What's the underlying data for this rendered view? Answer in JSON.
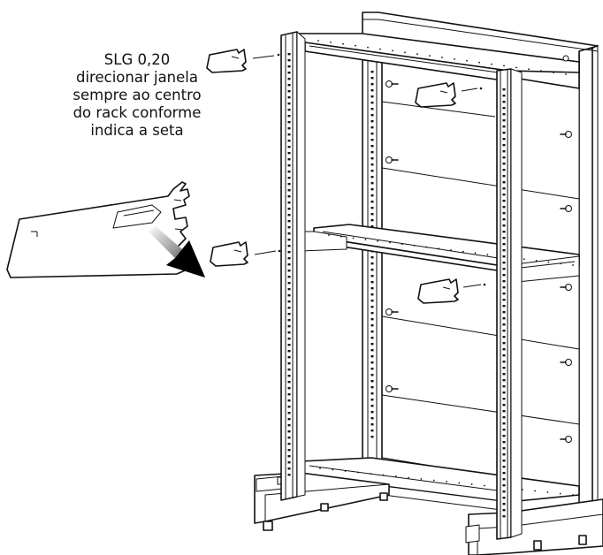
{
  "annotation": {
    "lines": [
      "SLG 0,20",
      "direcionar janela",
      "sempre ao centro",
      "do rack conforme",
      "indica a seta"
    ]
  },
  "colors": {
    "line": "#111111",
    "background": "#ffffff"
  },
  "icons": {
    "direction_arrow": "arrow-down-right-icon"
  }
}
